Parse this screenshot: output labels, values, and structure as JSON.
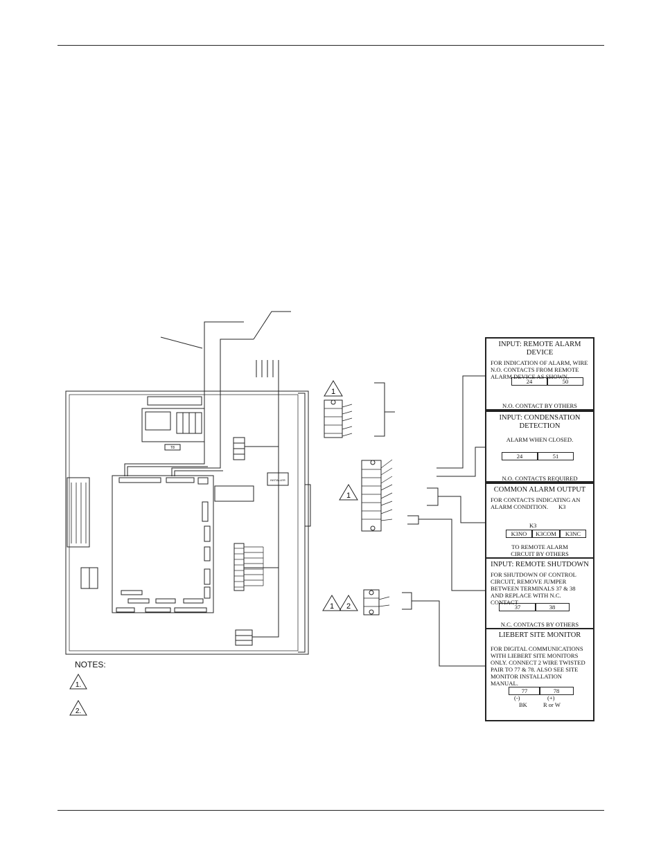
{
  "notes": {
    "heading": "NOTES:",
    "items": [
      "1.",
      "2."
    ]
  },
  "callouts": {
    "tri1_a": "1",
    "tri1_b": "1",
    "tri1_c": "1",
    "tri2_c": "2"
  },
  "board_labels": {
    "installer": "INSTALLER",
    "transformer": "T8"
  },
  "panels": {
    "remote_alarm": {
      "title": "INPUT: REMOTE ALARM DEVICE",
      "text": "FOR INDICATION OF ALARM, WIRE N.O. CONTACTS FROM REMOTE ALARM DEVICE AS SHOWN.",
      "terminals": [
        "24",
        "50"
      ],
      "footer": "N.O. CONTACT BY OTHERS"
    },
    "condensation": {
      "title_line1": "INPUT: CONDENSATION",
      "title_line2": "DETECTION",
      "text": "ALARM WHEN CLOSED.",
      "terminals": [
        "24",
        "51"
      ],
      "footer": "N.O. CONTACTS REQUIRED"
    },
    "common_alarm": {
      "title": "COMMON ALARM OUTPUT",
      "text": "FOR CONTACTS INDICATING AN ALARM CONDITION.",
      "relay_a": "K3",
      "relay_b": "K3",
      "terminals": [
        "K3NO",
        "K3COM",
        "K3NC"
      ],
      "footer_line1": "TO REMOTE ALARM",
      "footer_line2": "CIRCUIT BY OTHERS"
    },
    "remote_shutdown": {
      "title": "INPUT: REMOTE SHUTDOWN",
      "text": "FOR SHUTDOWN OF CONTROL CIRCUIT, REMOVE JUMPER BETWEEN TERMINALS 37 & 38 AND REPLACE WITH N.C. CONTACT",
      "terminals": [
        "37",
        "38"
      ],
      "footer": "N.C. CONTACTS BY OTHERS"
    },
    "site_monitor": {
      "title": "LIEBERT SITE MONITOR",
      "text": "FOR DIGITAL COMMUNICATIONS WITH LIEBERT SITE MONITORS ONLY.  CONNECT 2 WIRE TWISTED PAIR TO 77 & 78.  ALSO SEE SITE MONITOR INSTALLATION MANUAL.",
      "terminals": [
        "77",
        "78"
      ],
      "polarity": [
        "(-)",
        "(+)"
      ],
      "wires": [
        "BK",
        "R or W"
      ]
    }
  }
}
